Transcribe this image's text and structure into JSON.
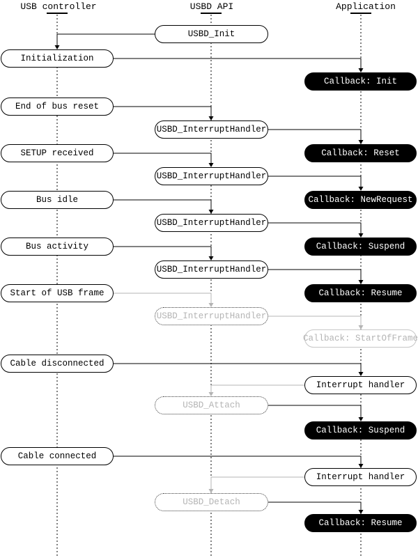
{
  "colors": {
    "active_line": "#000000",
    "inactive_line": "#b4b4b4",
    "callback_bg": "#000000",
    "callback_text": "#ffffff",
    "ghost_text": "#b4b4b4",
    "background": "#ffffff"
  },
  "lanes": {
    "usb_controller": {
      "label": "USB controller"
    },
    "usbd_api": {
      "label": "USBD API"
    },
    "application": {
      "label": "Application"
    }
  },
  "nodes": {
    "usbd_init": {
      "label": "USBD_Init"
    },
    "initialization": {
      "label": "Initialization"
    },
    "cb_init": {
      "label": "Callback: Init"
    },
    "end_of_bus_reset": {
      "label": "End of bus reset"
    },
    "ih1": {
      "label": "USBD_InterruptHandler"
    },
    "cb_reset": {
      "label": "Callback: Reset"
    },
    "setup_received": {
      "label": "SETUP received"
    },
    "ih2": {
      "label": "USBD_InterruptHandler"
    },
    "cb_newrequest": {
      "label": "Callback: NewRequest"
    },
    "bus_idle": {
      "label": "Bus idle"
    },
    "ih3": {
      "label": "USBD_InterruptHandler"
    },
    "cb_suspend1": {
      "label": "Callback: Suspend"
    },
    "bus_activity": {
      "label": "Bus activity"
    },
    "ih4": {
      "label": "USBD_InterruptHandler"
    },
    "cb_resume1": {
      "label": "Callback: Resume"
    },
    "start_of_usb_frame": {
      "label": "Start of USB frame"
    },
    "ih5": {
      "label": "USBD_InterruptHandler"
    },
    "cb_startofframe": {
      "label": "Callback: StartOfFrame"
    },
    "cable_disconnected": {
      "label": "Cable disconnected"
    },
    "interrupt_handler1": {
      "label": "Interrupt handler"
    },
    "usbd_attach": {
      "label": "USBD_Attach"
    },
    "cb_suspend2": {
      "label": "Callback: Suspend"
    },
    "cable_connected": {
      "label": "Cable connected"
    },
    "interrupt_handler2": {
      "label": "Interrupt handler"
    },
    "usbd_detach": {
      "label": "USBD_Detach"
    },
    "cb_resume2": {
      "label": "Callback: Resume"
    }
  }
}
